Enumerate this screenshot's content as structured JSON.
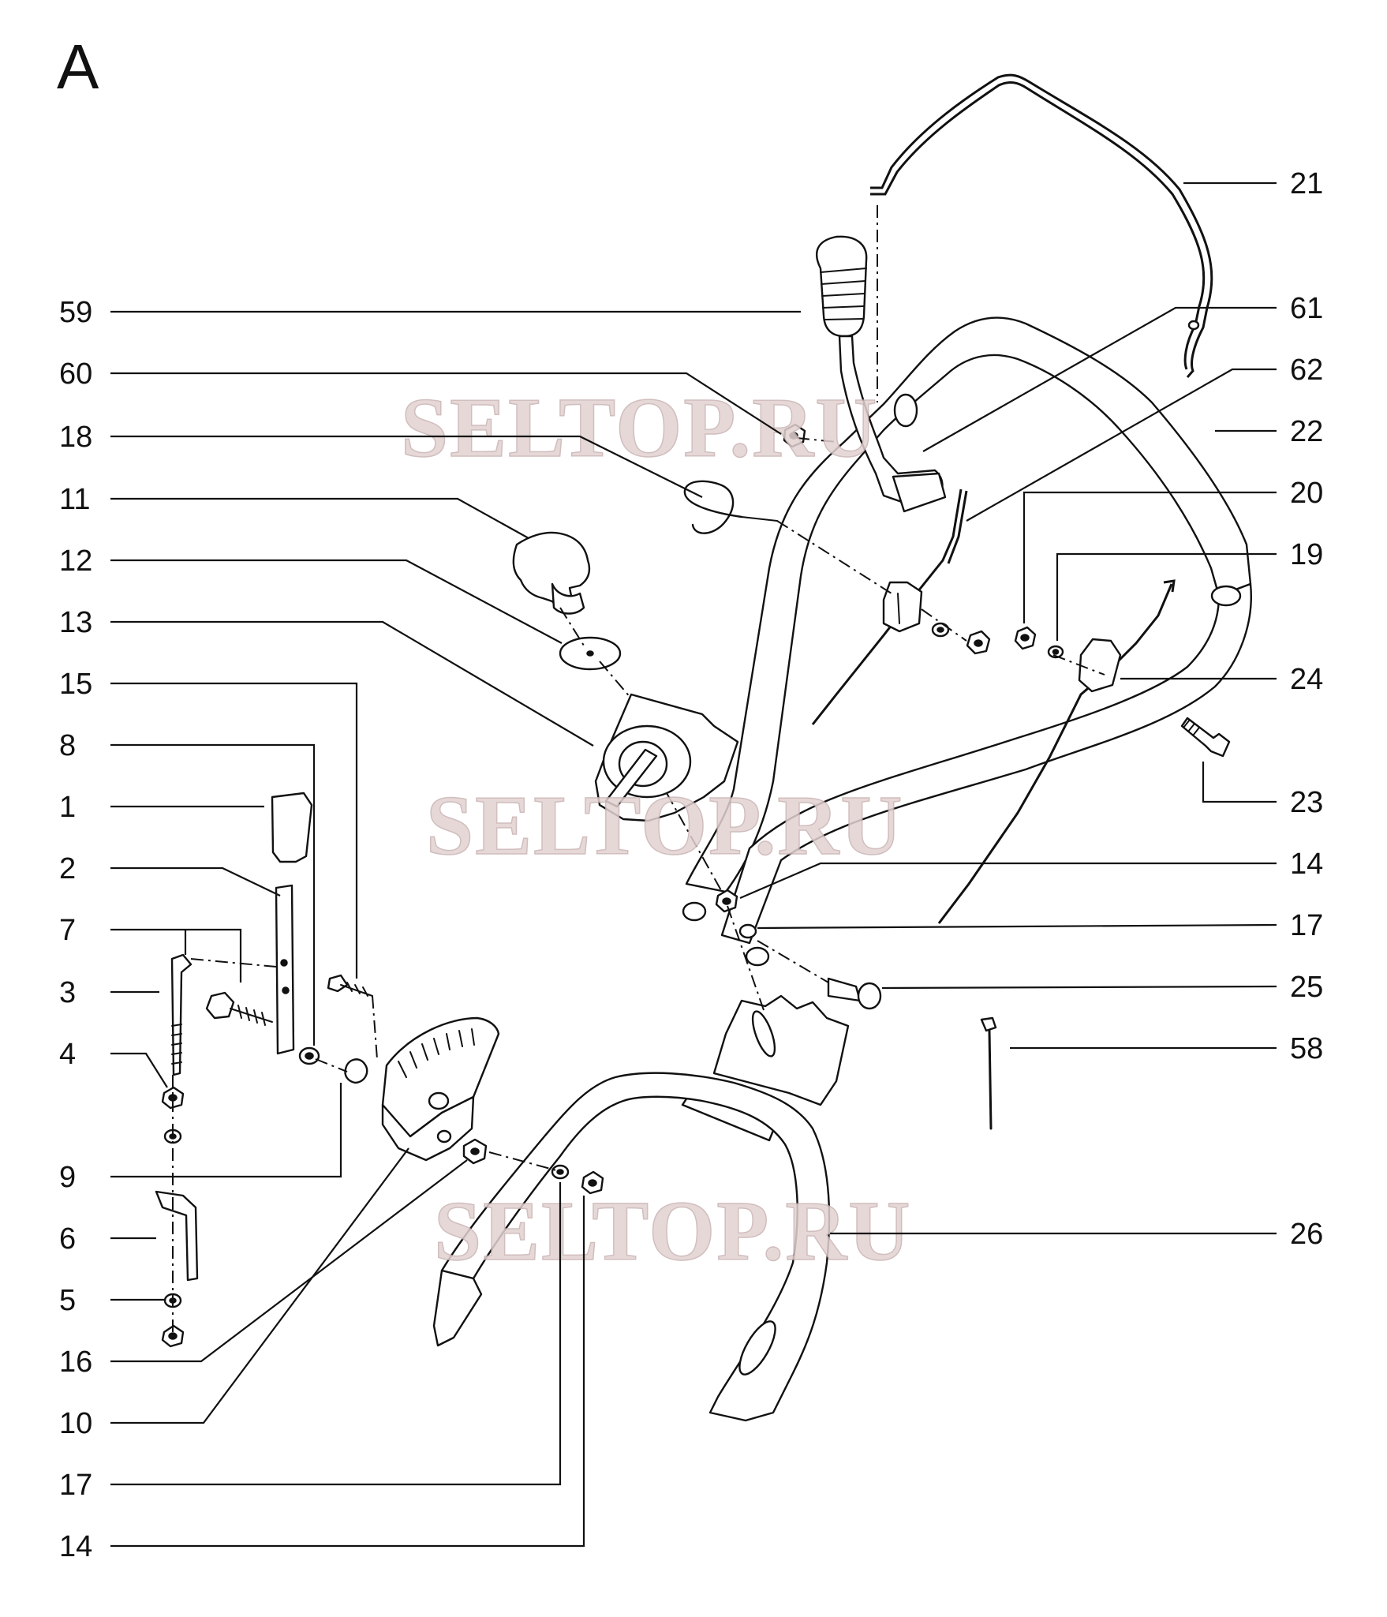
{
  "diagram": {
    "section_letter": "A",
    "watermark_text": "SELTOP.RU",
    "colors": {
      "ink": "#111111",
      "watermark": "#e3d2d2",
      "background": "#ffffff"
    },
    "left_callouts": [
      "59",
      "60",
      "18",
      "11",
      "12",
      "13",
      "15",
      "8",
      "1",
      "2",
      "7",
      "3",
      "4",
      "9",
      "6",
      "5",
      "16",
      "10",
      "17",
      "14"
    ],
    "right_callouts": [
      "21",
      "61",
      "62",
      "22",
      "20",
      "19",
      "24",
      "23",
      "14",
      "17",
      "25",
      "58",
      "26"
    ]
  }
}
